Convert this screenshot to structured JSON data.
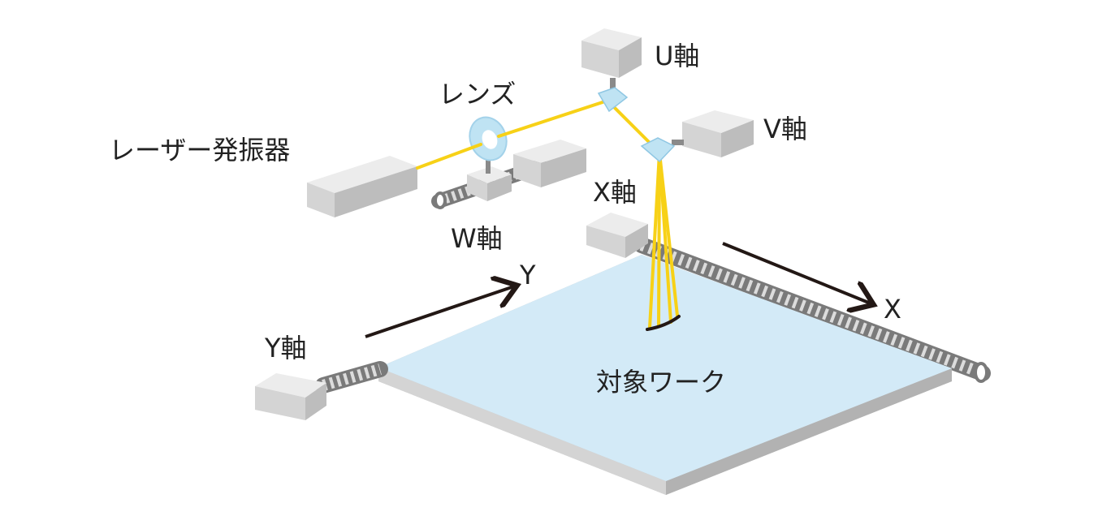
{
  "labels": {
    "laser": "レーザー発振器",
    "lens": "レンズ",
    "u_axis": "U軸",
    "v_axis": "V軸",
    "w_axis": "W軸",
    "x_axis": "X軸",
    "y_axis": "Y軸",
    "workpiece": "対象ワーク",
    "x_arrow": "X",
    "y_arrow": "Y"
  },
  "colors": {
    "beam": "#F7D117",
    "workpiece_top": "#D3EAF7",
    "box": "#D6D6D6",
    "mirror": "#BFE3F3",
    "arrow": "#231815",
    "text": "#222222"
  }
}
